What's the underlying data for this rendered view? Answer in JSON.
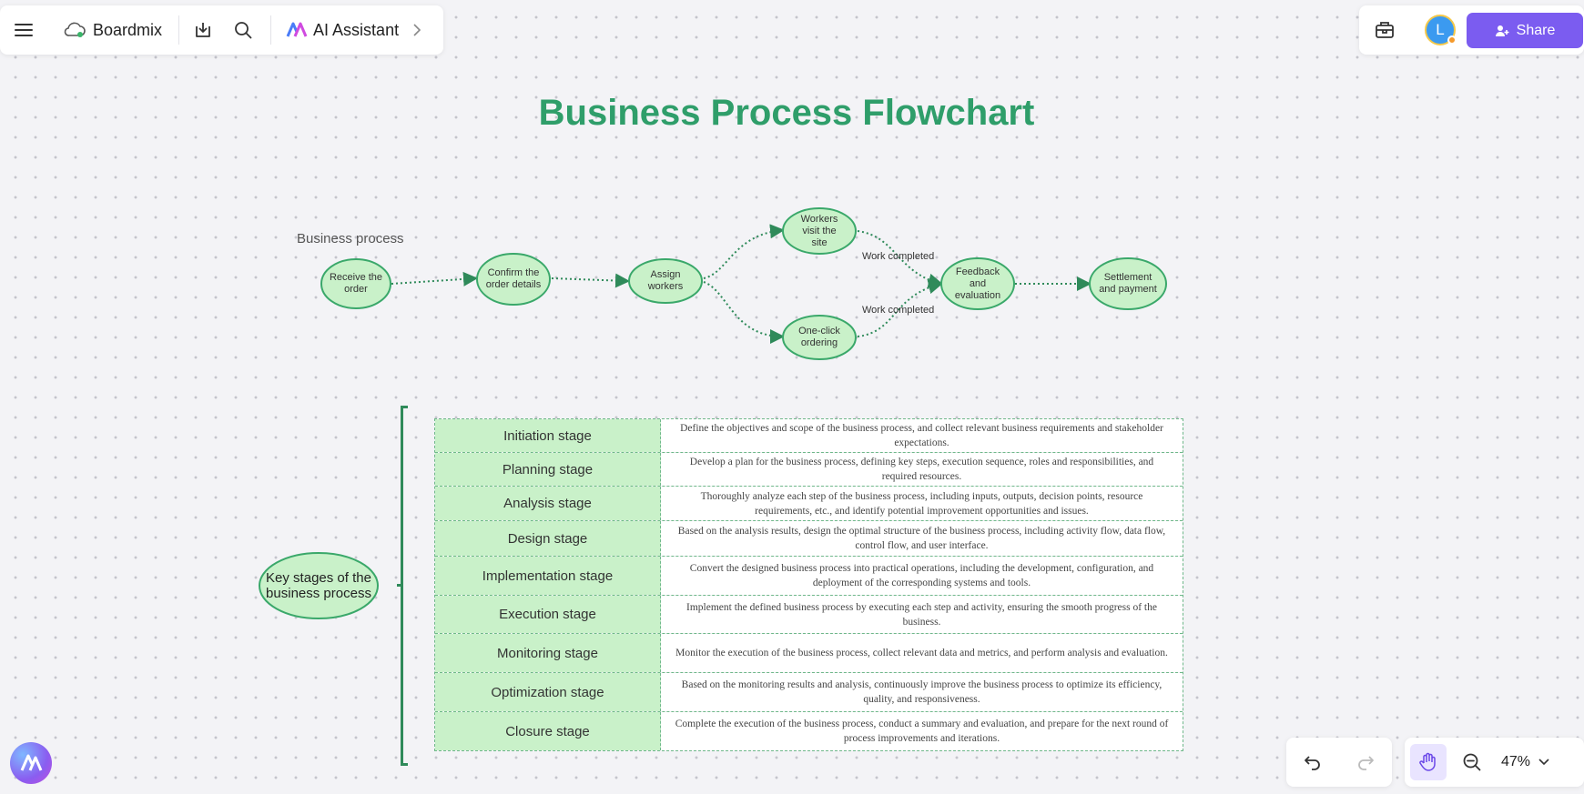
{
  "toolbar": {
    "brand": "Boardmix",
    "ai_label": "AI Assistant",
    "share_label": "Share",
    "avatar_initial": "L"
  },
  "canvas": {
    "title": "Business Process Flowchart",
    "process_label": "Business process",
    "nodes": {
      "receive": "Receive the order",
      "confirm": "Confirm the order details",
      "assign": "Assign workers",
      "visit": "Workers visit the site",
      "oneclick": "One-click ordering",
      "feedback": "Feedback and evaluation",
      "settlement": "Settlement and payment"
    },
    "edge_labels": [
      "Work completed",
      "Work completed"
    ],
    "key_stages_label": "Key stages of the business process",
    "stages": [
      {
        "name": "Initiation stage",
        "desc": "Define the objectives and scope of the business process, and collect relevant business requirements and stakeholder expectations."
      },
      {
        "name": "Planning stage",
        "desc": "Develop a plan for the business process, defining key steps, execution sequence, roles and responsibilities, and required resources."
      },
      {
        "name": "Analysis stage",
        "desc": "Thoroughly analyze each step of the business process, including inputs, outputs, decision points, resource requirements, etc., and identify potential improvement opportunities and issues."
      },
      {
        "name": "Design stage",
        "desc": "Based on the analysis results, design the optimal structure of the business process, including activity flow, data flow, control flow, and user interface."
      },
      {
        "name": "Implementation stage",
        "desc": "Convert the designed business process into practical operations, including the development, configuration, and deployment of the corresponding systems and tools."
      },
      {
        "name": "Execution stage",
        "desc": "Implement the defined business process by executing each step and activity, ensuring the smooth progress of the business."
      },
      {
        "name": "Monitoring stage",
        "desc": "Monitor the execution of the business process, collect relevant data and metrics, and perform analysis and evaluation."
      },
      {
        "name": "Optimization stage",
        "desc": "Based on the monitoring results and analysis, continuously improve the business process to optimize its efficiency, quality, and responsiveness."
      },
      {
        "name": "Closure stage",
        "desc": "Complete the execution of the business process, conduct a summary and evaluation, and prepare for the next round of process improvements and iterations."
      }
    ]
  },
  "zoom": {
    "value": "47%"
  },
  "colors": {
    "accent": "#2f9e6a",
    "node_fill": "#c9f1c9",
    "node_stroke": "#3aa86a",
    "share": "#7b5cf0"
  },
  "icons": [
    "menu-icon",
    "cloud-icon",
    "download-icon",
    "search-icon",
    "ai-logo-icon",
    "chevron-right-icon",
    "toolbox-icon",
    "add-user-icon",
    "undo-icon",
    "redo-icon",
    "hand-icon",
    "zoom-out-icon",
    "chevron-down-icon"
  ]
}
